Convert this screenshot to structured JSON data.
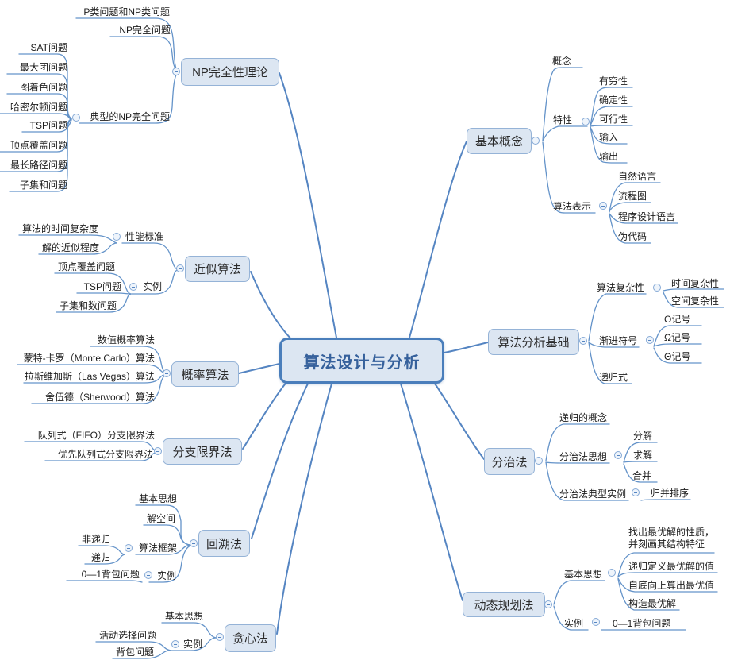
{
  "title": "算法设计与分析",
  "colors": {
    "branch_line": "#6493c9",
    "main_line": "#5585c2",
    "node_fill": "#dce6f2",
    "node_border": "#95b3d7",
    "center_border": "#4a7ebb",
    "center_text": "#36619c"
  },
  "root": {
    "label": "算法设计与分析"
  },
  "left": [
    {
      "label": "NP完全性理论",
      "children": [
        {
          "label": "P类问题和NP类问题"
        },
        {
          "label": "NP完全问题"
        },
        {
          "label": "典型的NP完全问题",
          "children": [
            {
              "label": "SAT问题"
            },
            {
              "label": "最大团问题"
            },
            {
              "label": "图着色问题"
            },
            {
              "label": "哈密尔顿问题"
            },
            {
              "label": "TSP问题"
            },
            {
              "label": "顶点覆盖问题"
            },
            {
              "label": "最长路径问题"
            },
            {
              "label": "子集和问题"
            }
          ]
        }
      ]
    },
    {
      "label": "近似算法",
      "children": [
        {
          "label": "性能标准",
          "children": [
            {
              "label": "算法的时间复杂度"
            },
            {
              "label": "解的近似程度"
            }
          ]
        },
        {
          "label": "实例",
          "children": [
            {
              "label": "顶点覆盖问题"
            },
            {
              "label": "TSP问题"
            },
            {
              "label": "子集和数问题"
            }
          ]
        }
      ]
    },
    {
      "label": "概率算法",
      "children": [
        {
          "label": "数值概率算法"
        },
        {
          "label": "蒙特-卡罗（Monte Carlo）算法"
        },
        {
          "label": "拉斯维加斯（Las Vegas）算法"
        },
        {
          "label": "舍伍德（Sherwood）算法"
        }
      ]
    },
    {
      "label": "分支限界法",
      "children": [
        {
          "label": "队列式（FIFO）分支限界法"
        },
        {
          "label": "优先队列式分支限界法"
        }
      ]
    },
    {
      "label": "回溯法",
      "children": [
        {
          "label": "基本思想"
        },
        {
          "label": "解空间"
        },
        {
          "label": "算法框架",
          "children": [
            {
              "label": "非递归"
            },
            {
              "label": "递归"
            }
          ]
        },
        {
          "label": "实例",
          "children": [
            {
              "label": "0—1背包问题"
            }
          ]
        }
      ]
    },
    {
      "label": "贪心法",
      "children": [
        {
          "label": "基本思想"
        },
        {
          "label": "实例",
          "children": [
            {
              "label": "活动选择问题"
            },
            {
              "label": "背包问题"
            }
          ]
        }
      ]
    }
  ],
  "right": [
    {
      "label": "基本概念",
      "children": [
        {
          "label": "概念"
        },
        {
          "label": "特性",
          "children": [
            {
              "label": "有穷性"
            },
            {
              "label": "确定性"
            },
            {
              "label": "可行性"
            },
            {
              "label": "输入"
            },
            {
              "label": "输出"
            }
          ]
        },
        {
          "label": "算法表示",
          "children": [
            {
              "label": "自然语言"
            },
            {
              "label": "流程图"
            },
            {
              "label": "程序设计语言"
            },
            {
              "label": "伪代码"
            }
          ]
        }
      ]
    },
    {
      "label": "算法分析基础",
      "children": [
        {
          "label": "算法复杂性",
          "children": [
            {
              "label": "时间复杂性"
            },
            {
              "label": "空间复杂性"
            }
          ]
        },
        {
          "label": "渐进符号",
          "children": [
            {
              "label": "O记号"
            },
            {
              "label": "Ω记号"
            },
            {
              "label": "Θ记号"
            }
          ]
        },
        {
          "label": "递归式"
        }
      ]
    },
    {
      "label": "分治法",
      "children": [
        {
          "label": "递归的概念"
        },
        {
          "label": "分治法思想",
          "children": [
            {
              "label": "分解"
            },
            {
              "label": "求解"
            },
            {
              "label": "合并"
            }
          ]
        },
        {
          "label": "分治法典型实例",
          "children": [
            {
              "label": "归并排序"
            }
          ]
        }
      ]
    },
    {
      "label": "动态规划法",
      "children": [
        {
          "label": "基本思想",
          "children": [
            {
              "label": "找出最优解的性质，并刻画其结构特征"
            },
            {
              "label": "递归定义最优解的值"
            },
            {
              "label": "自底向上算出最优值"
            },
            {
              "label": "构造最优解"
            }
          ]
        },
        {
          "label": "实例",
          "children": [
            {
              "label": "0—1背包问题"
            }
          ]
        }
      ]
    }
  ]
}
